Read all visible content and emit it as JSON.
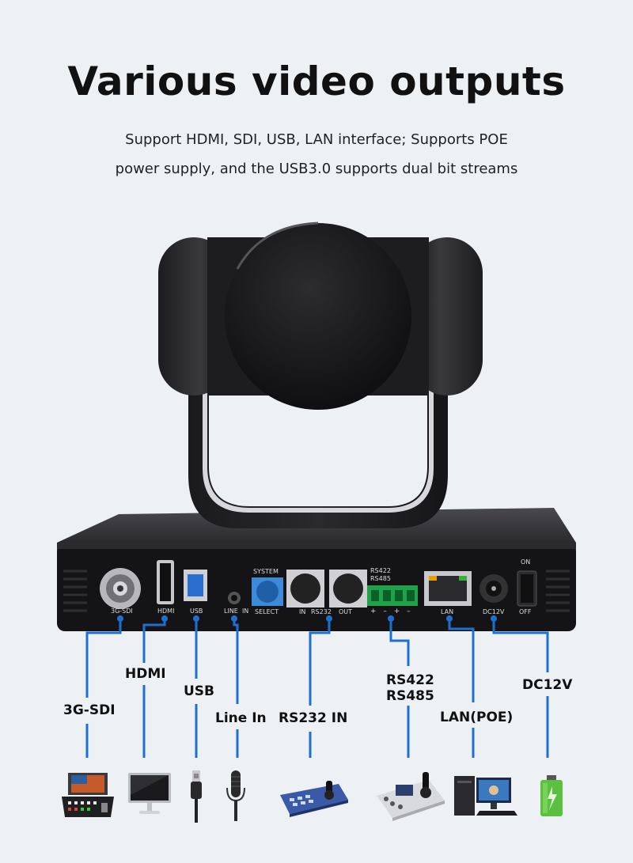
{
  "header": {
    "title": "Various video outputs",
    "subtitle_line1": "Support HDMI, SDI, USB, LAN interface; Supports POE",
    "subtitle_line2": "power supply, and the USB3.0 supports dual bit streams"
  },
  "panel": {
    "sdi": "3G-SDI",
    "hdmi": "HDMI",
    "usb": "USB",
    "line_in": "LINE  IN",
    "system": "SYSTEM",
    "select": "SELECT",
    "rs232_in": "IN",
    "rs232": "RS232",
    "rs232_out": "OUT",
    "rs422": "RS422",
    "rs485": "RS485",
    "polarity": "+ – + –",
    "lan": "LAN",
    "dc": "DC12V",
    "on": "ON",
    "off": "OFF"
  },
  "labels": {
    "sdi": "3G-SDI",
    "hdmi": "HDMI",
    "usb": "USB",
    "line_in": "Line In",
    "rs232": "RS232 IN",
    "rs422": "RS422",
    "rs485": "RS485",
    "lan": "LAN(POE)",
    "dc": "DC12V"
  },
  "colors": {
    "line_blue": "#1e6fd0",
    "background": "#eef1f4"
  },
  "icons": [
    "video-switcher-icon",
    "monitor-icon",
    "usb-cable-icon",
    "microphone-icon",
    "ptz-keyboard-icon",
    "ptz-joystick-controller-icon",
    "desktop-computer-icon",
    "battery-icon"
  ]
}
